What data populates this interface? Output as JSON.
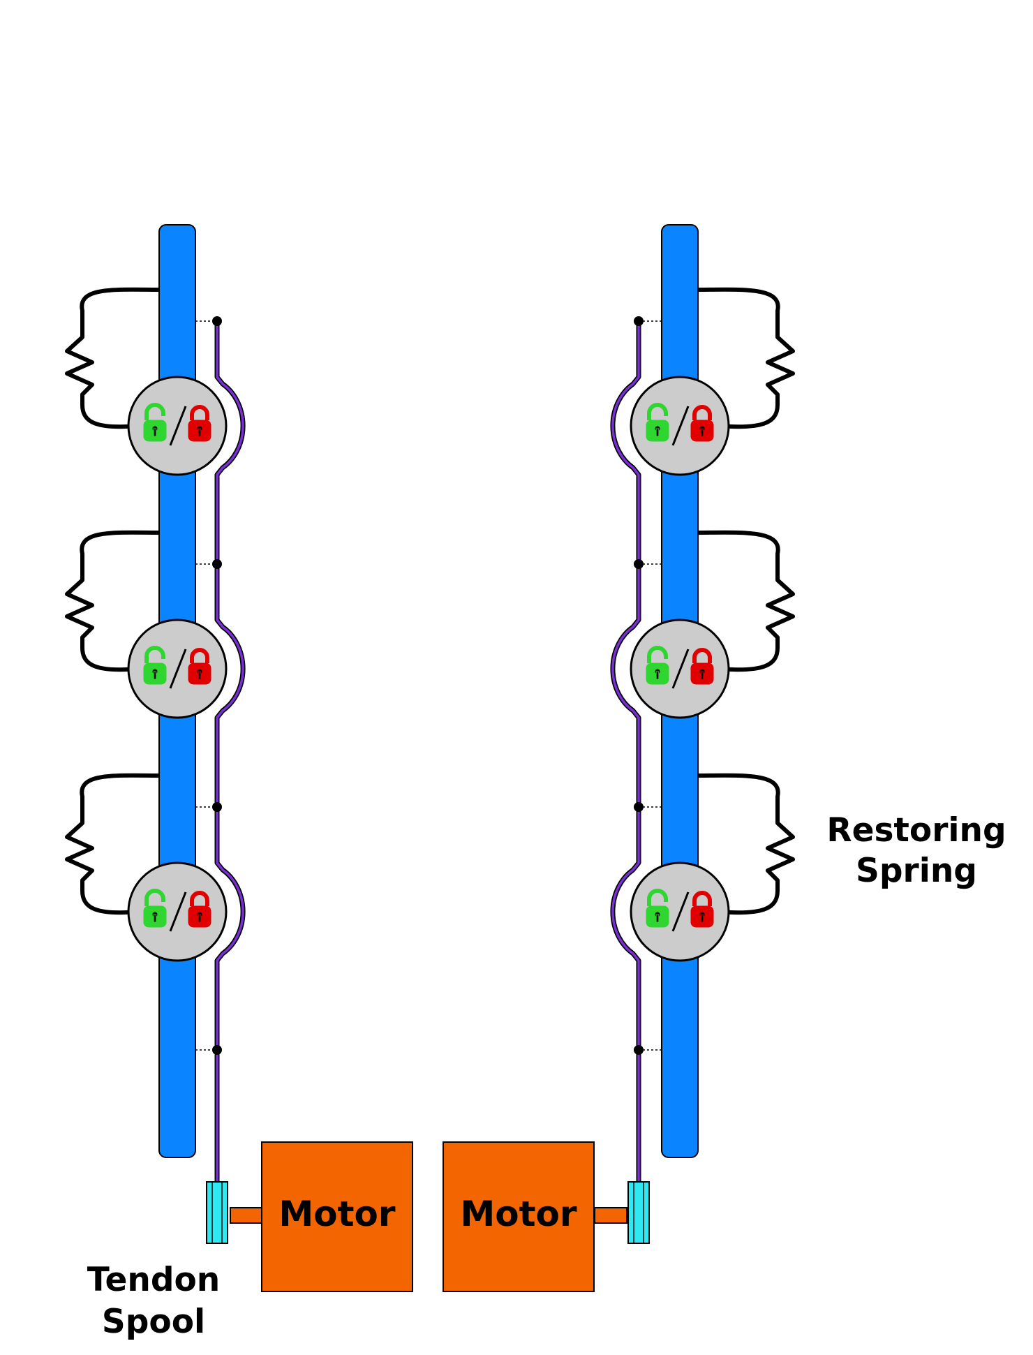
{
  "labels": {
    "restoring_spring": [
      "Restoring",
      "Spring"
    ],
    "tendon_spool": [
      "Tendon",
      "Spool"
    ]
  },
  "motors": [
    {
      "label": "Motor",
      "side": "left"
    },
    {
      "label": "Motor",
      "side": "right"
    }
  ],
  "fingers": [
    {
      "side": "left",
      "joints": 3
    },
    {
      "side": "right",
      "joints": 3
    }
  ],
  "colors": {
    "link": "#0a84ff",
    "tendon": "#7b2fd6",
    "motor": "#f26500",
    "spool": "#2ee8f2",
    "joint": "#cccccc",
    "lock_unlocked": "#2fd62f",
    "lock_locked": "#e00000",
    "spring": "#000000"
  },
  "icons": {
    "unlocked": "unlocked-padlock-icon",
    "locked": "locked-padlock-icon"
  }
}
